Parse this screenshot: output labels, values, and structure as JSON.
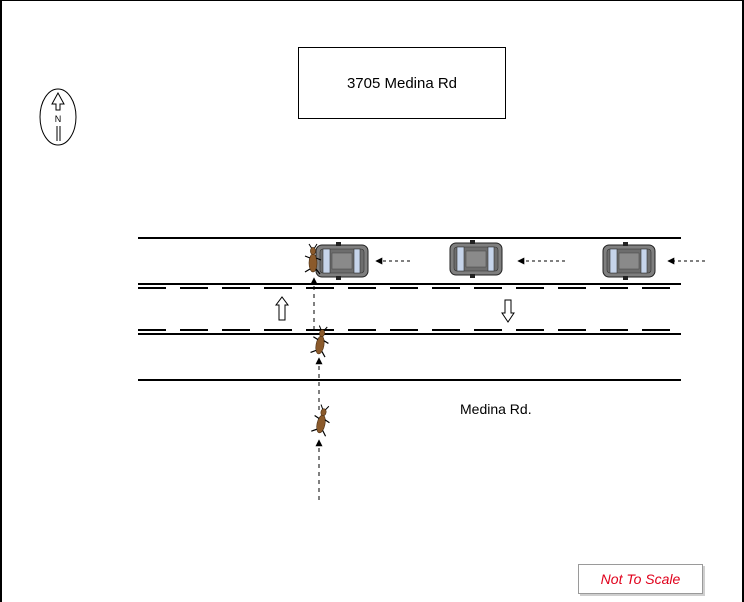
{
  "address": {
    "label": "3705 Medina Rd"
  },
  "road": {
    "name": "Medina Rd."
  },
  "scale_note": {
    "label": "Not To Scale"
  },
  "compass": {
    "letter": "N"
  },
  "colors": {
    "deer": "#8b5a2b",
    "car_body": "#7f7f7f",
    "car_glass": "#c6d4ea",
    "scale_text": "#e0001b"
  }
}
